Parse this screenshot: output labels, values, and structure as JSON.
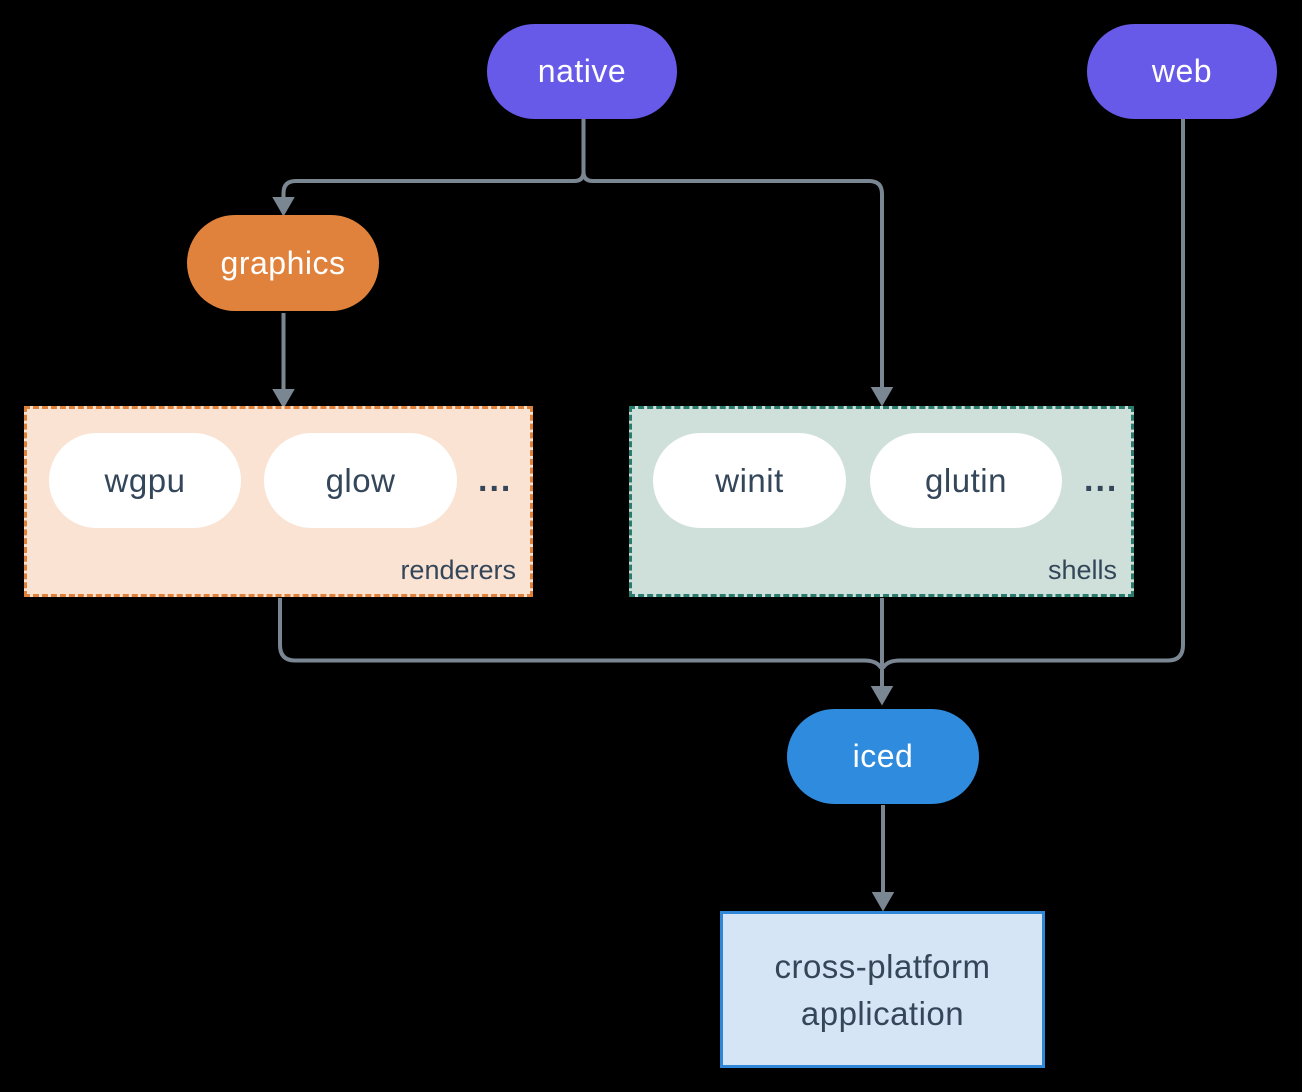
{
  "diagram": {
    "nodes": {
      "native": "native",
      "web": "web",
      "graphics": "graphics",
      "iced": "iced",
      "app_line1": "cross-platform",
      "app_line2": "application"
    },
    "renderers_group": {
      "label": "renderers",
      "pills": [
        "wgpu",
        "glow"
      ],
      "ellipsis": "..."
    },
    "shells_group": {
      "label": "shells",
      "pills": [
        "winit",
        "glutin"
      ],
      "ellipsis": "..."
    },
    "colors": {
      "background": "#000000",
      "native_web_fill": "#675AE8",
      "graphics_fill": "#E0823C",
      "iced_fill": "#2F8BDD",
      "renderers_box_fill": "#FAE3D3",
      "renderers_box_border": "#E0823C",
      "shells_box_fill": "#CFDFD9",
      "shells_box_border": "#2A7D6E",
      "app_box_fill": "#D6E5F6",
      "app_box_border": "#3087D8",
      "connector": "#7A8793",
      "pill_text_light": "#FFFFFF",
      "text_dark": "#34465A"
    }
  }
}
